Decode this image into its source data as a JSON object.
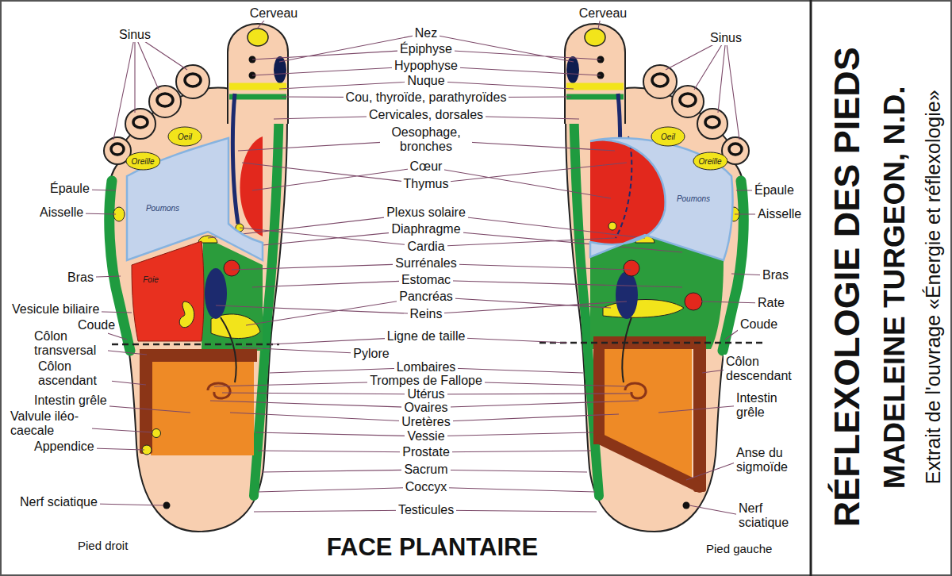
{
  "diagram": {
    "title": "RÉFLEXOLOGIE DES PIEDS",
    "nodes": [
      {
        "text": [
          "Oreille"
        ]
      },
      {
        "text": [
          "Oeil"
        ]
      },
      {
        "text": [
          "Poumons"
        ]
      },
      {
        "text": [
          "Foie"
        ]
      },
      {
        "text": [
          "Oeil"
        ]
      },
      {
        "text": [
          "Oreille"
        ]
      },
      {
        "text": [
          "Poumons"
        ]
      }
    ],
    "labels": [
      "Cerveau",
      "Cerveau",
      "Sinus",
      "Sinus",
      "Nez",
      "Épiphyse",
      "Hypophyse",
      "Nuque",
      "Cou, thyroïde, parathyroïdes",
      "Cervicales, dorsales",
      "Oesophage, bronches",
      "Cœur",
      "Thymus",
      "Plexus solaire",
      "Diaphragme",
      "Cardia",
      "Surrénales",
      "Estomac",
      "Pancréas",
      "Reins",
      "Ligne de taille",
      "Pylore",
      "Lombaires",
      "Trompes de Fallope",
      "Utérus",
      "Ovaires",
      "Uretères",
      "Vessie",
      "Prostate",
      "Sacrum",
      "Coccyx",
      "Testicules",
      "Épaule",
      "Aisselle",
      "Bras",
      "Vesicule biliaire",
      "Coude",
      "Côlon transversal",
      "Côlon ascendant",
      "Intestin grêle",
      "Valvule iléo-caecale",
      "Appendice",
      "Nerf sciatique",
      "Pied droit",
      "Épaule",
      "Aisselle",
      "Bras",
      "Rate",
      "Coude",
      "Côlon descendant",
      "Intestin grêle",
      "Anse du sigmoïde",
      "Nerf sciatique",
      "Pied gauche",
      "FACE PLANTAIRE",
      "MADELEINE TURGEON, N.D.",
      "Extrait de l'ouvrage «Énergie et réflexologie»"
    ]
  }
}
